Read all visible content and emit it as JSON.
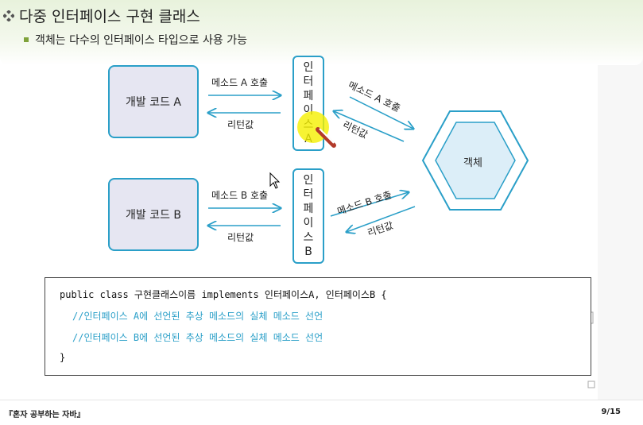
{
  "slide": {
    "title": "다중 인터페이스 구현 클래스",
    "subtitle": "객체는 다수의 인터페이스 타입으로 사용 가능"
  },
  "diagram": {
    "code_a": "개발 코드 A",
    "code_b": "개발 코드 B",
    "iface_a": [
      "인",
      "터",
      "페",
      "이",
      "스",
      "A"
    ],
    "iface_b": [
      "인",
      "터",
      "페",
      "이",
      "스",
      "B"
    ],
    "object": "객체",
    "call_a": "메소드 A 호출",
    "call_b": "메소드 B 호출",
    "return": "리턴값"
  },
  "code": {
    "line1_kw": "public class",
    "line1_name": " 구현클래스이름 ",
    "line1_impl": "implements",
    "line1_rest": " 인터페이스A, 인터페이스B {",
    "line2": "//인터페이스 A에 선언된 추상 메소드의 실체 메소드 선언",
    "line3": "//인터페이스 B에 선언된 추상 메소드의 실체 메소드 선언",
    "line4": "}"
  },
  "footer": {
    "book": "『혼자 공부하는 자바』",
    "page": "9/15"
  }
}
